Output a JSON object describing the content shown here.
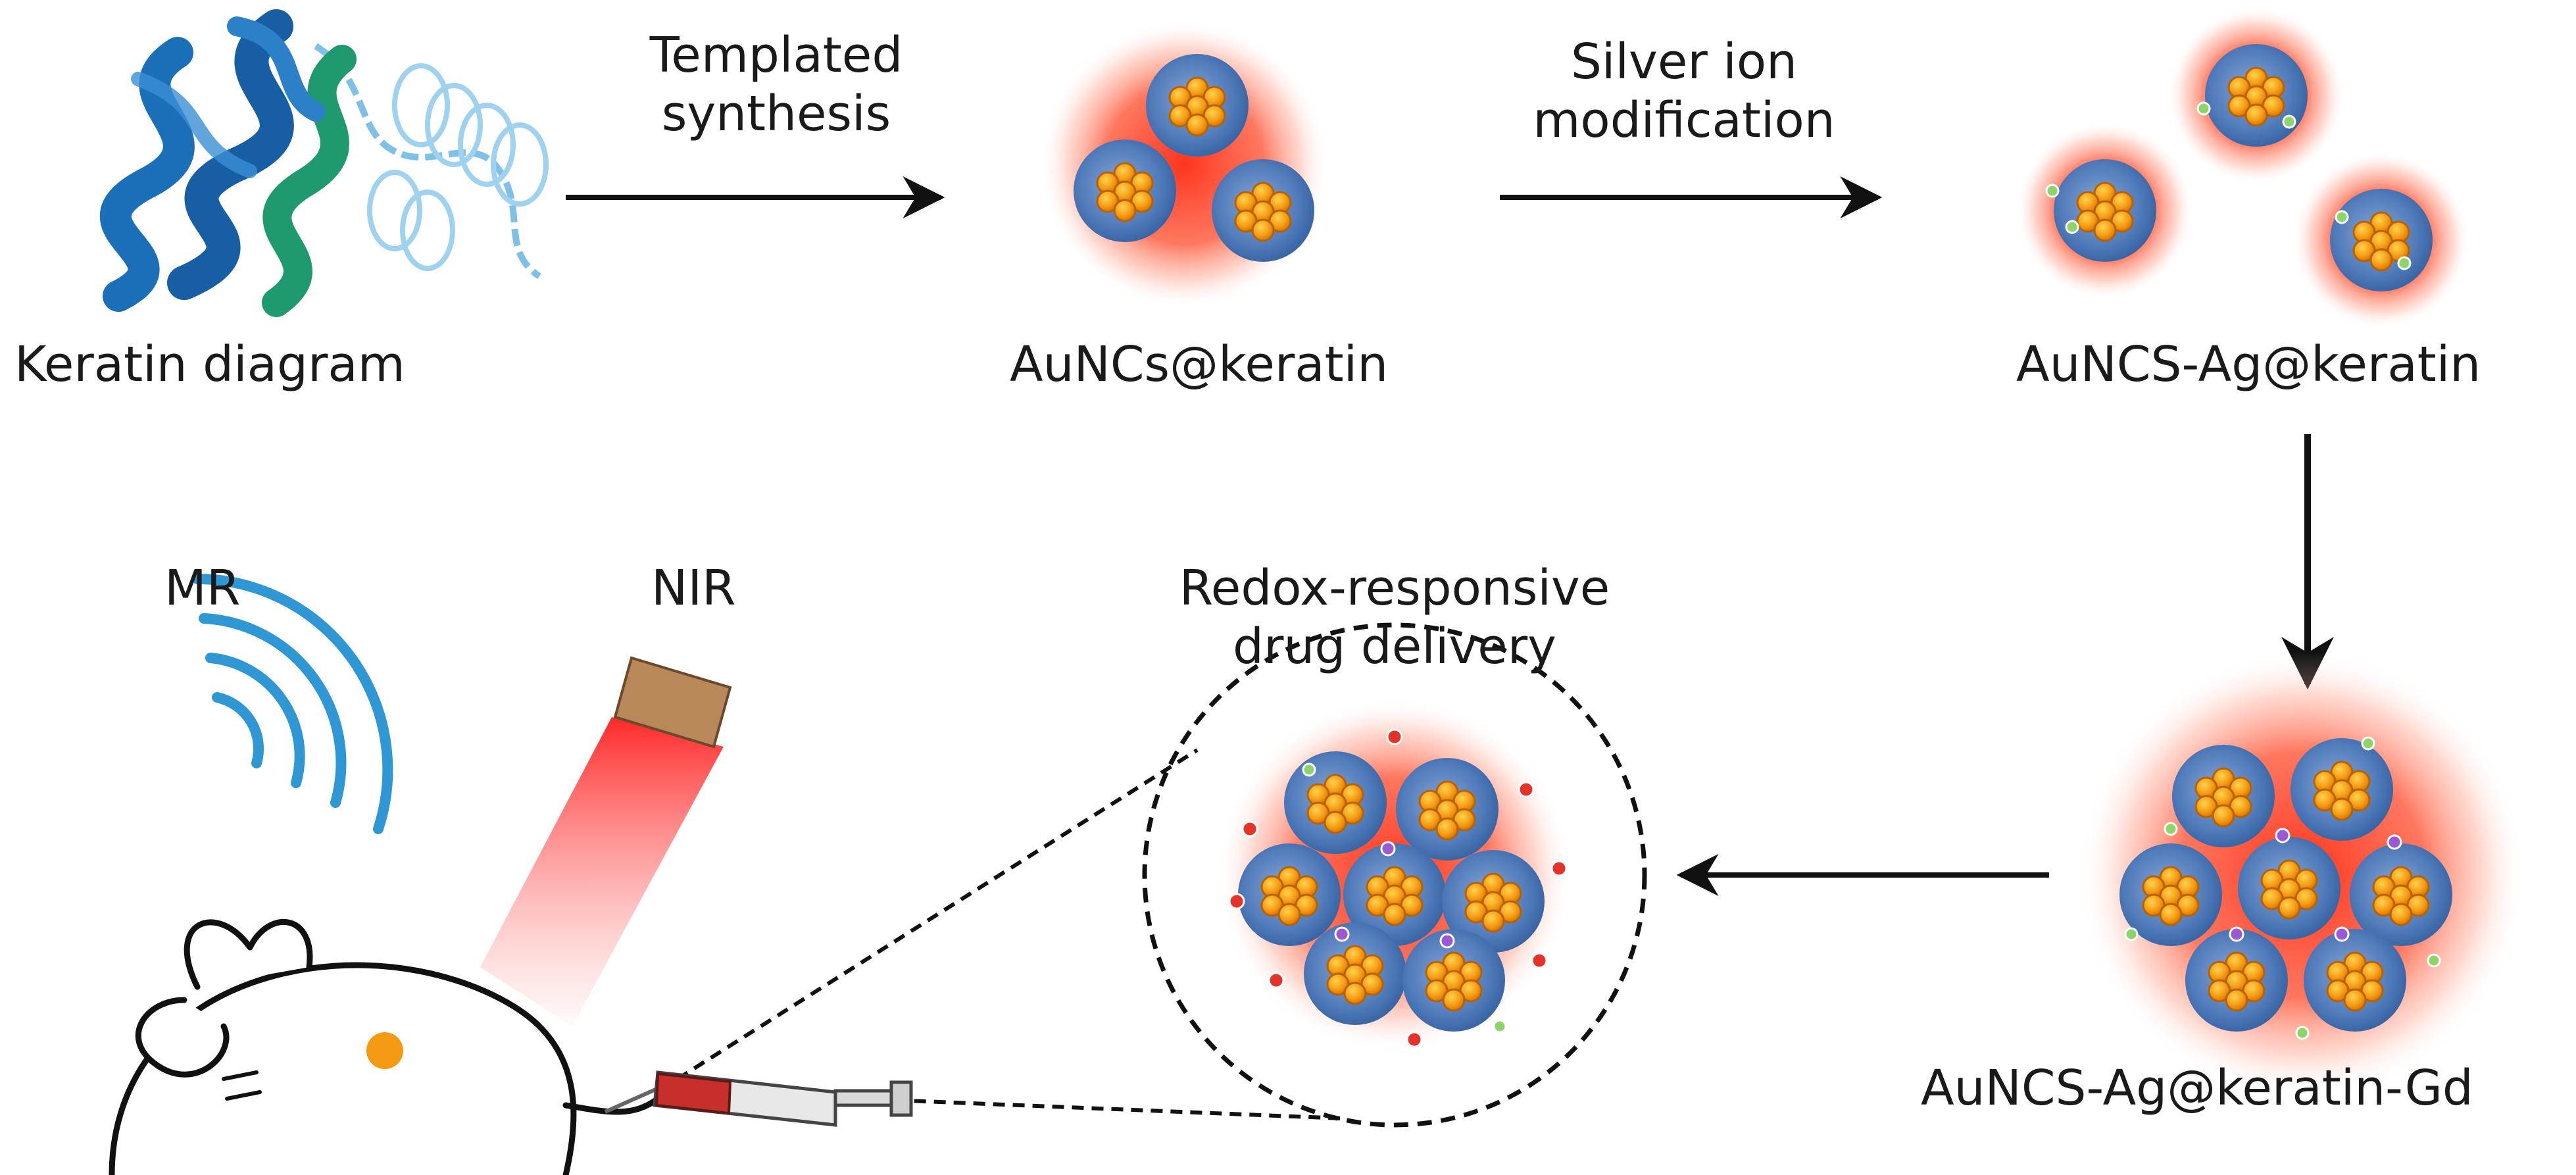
{
  "labels": {
    "keratin": "Keratin diagram",
    "step1_line1": "Templated",
    "step1_line2": "synthesis",
    "aunc": "AuNCs@keratin",
    "step2_line1": "Silver ion",
    "step2_line2": "modification",
    "auncs_ag": "AuNCS-Ag@keratin",
    "auncs_ag_gd": "AuNCS-Ag@keratin-Gd",
    "mr": "MR",
    "nir": "NIR",
    "delivery_line1": "Redox-responsive",
    "delivery_line2": "drug delivery"
  },
  "colors": {
    "halo": "#ff3d1f",
    "shell": "#4d78b8",
    "core": "#f39a12",
    "core_edge": "#b86200",
    "wave": "#2f97d3",
    "ribbon_dark": "#175ea5",
    "ribbon_green": "#1f9a6e",
    "ribbon_light": "#7fc0e6",
    "gd_dot": "#9b59d4",
    "ag_dot": "#8fd46a",
    "drug_dot": "#e6332a",
    "nir_box": "#b8875a",
    "arrow": "#111111"
  },
  "icons": {
    "mouse": "mouse-icon",
    "syringe": "syringe-icon",
    "mr_waves": "mr-wave-icon",
    "nir_lamp": "nir-lamp-icon"
  }
}
